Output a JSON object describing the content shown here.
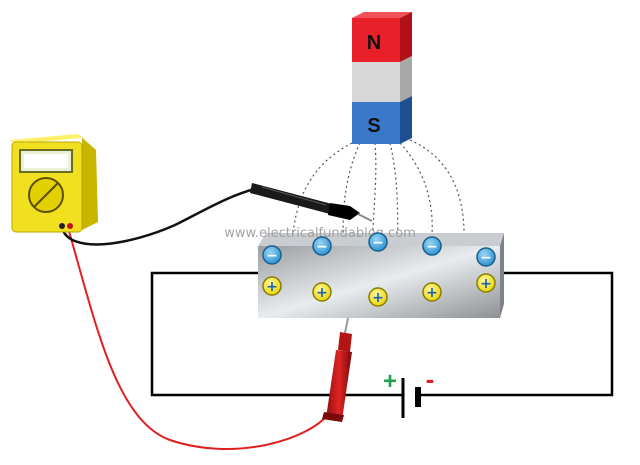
{
  "magnet": {
    "north_label": "N",
    "south_label": "S",
    "north_color": "#e8202a",
    "middle_color": "#d8d8d8",
    "south_color": "#3a78c8"
  },
  "watermark": "www.electricalfundablog.com",
  "battery": {
    "positive_symbol": "+",
    "negative_symbol": "-",
    "positive_color": "#22a050",
    "negative_color": "#e02020"
  },
  "plate": {
    "negative_charge_symbol": "−",
    "positive_charge_symbol": "+",
    "negative_charge_count": 5,
    "positive_charge_count": 5
  },
  "multimeter": {
    "body_color": "#f0e020"
  },
  "probes": {
    "black_lead_color": "#111111",
    "red_lead_color": "#e02020"
  }
}
